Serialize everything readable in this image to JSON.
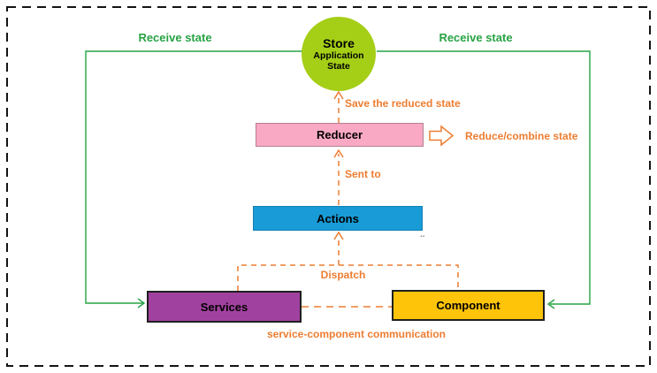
{
  "diagram": {
    "nodes": {
      "store": {
        "label": "Store",
        "sublabel": "Application State",
        "fill": "#a5ce17"
      },
      "reducer": {
        "label": "Reducer",
        "fill": "#f9a9c3",
        "border": "#b57f92"
      },
      "actions": {
        "label": "Actions",
        "fill": "#189bd6",
        "border": "#1581b5"
      },
      "services": {
        "label": "Services",
        "fill": "#a1419f",
        "border": "#1f1f1f"
      },
      "component": {
        "label": "Component",
        "fill": "#fdc40a",
        "border": "#1f1f1f"
      }
    },
    "labels": {
      "receive_state_left": "Receive state",
      "receive_state_right": "Receive state",
      "save_reduced_state": "Save the reduced state",
      "reduce_combine_state": "Reduce/combine state",
      "sent_to": "Sent to",
      "dispatch": "Dispatch",
      "service_component_communication": "service-component communication",
      "ellipsis": ".."
    },
    "colors": {
      "green_flow": "#27a344",
      "orange_flow": "#ed7d31",
      "border_dashed": "#141414",
      "background": "#ffffff"
    }
  }
}
